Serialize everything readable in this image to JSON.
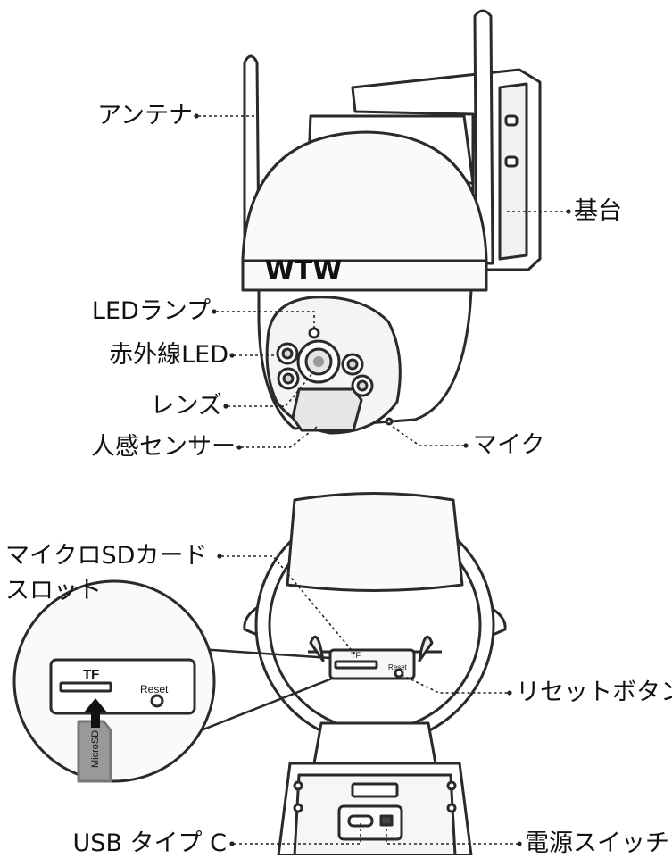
{
  "brand": "WTW",
  "labels": {
    "antenna": "アンテナ",
    "base_mount": "基台",
    "led_lamp": "LEDランプ",
    "ir_led": "赤外線LED",
    "lens": "レンズ",
    "motion_sensor": "人感センサー",
    "microphone": "マイク",
    "microsd_slot_line1": "マイクロSDカード",
    "microsd_slot_line2": "スロット",
    "reset_button": "リセットボタン",
    "usb_type_c": "USB タイプ C",
    "power_switch": "電源スイッチ"
  },
  "panel": {
    "tf": "TF",
    "reset": "Reset"
  },
  "card": {
    "text": "MicroSD"
  }
}
